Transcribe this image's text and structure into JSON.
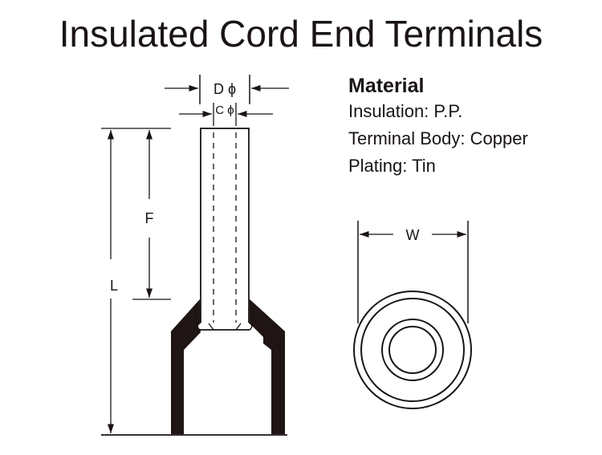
{
  "title": "Insulated Cord End Terminals",
  "material": {
    "heading": "Material",
    "lines": [
      "Insulation: P.P.",
      "Terminal Body: Copper",
      "Plating: Tin"
    ]
  },
  "side_view": {
    "dimension_labels": {
      "outer_diameter": "D ϕ",
      "inner_diameter": "C ϕ",
      "pin_length": "F",
      "total_length": "L"
    }
  },
  "end_view": {
    "dimension_labels": {
      "width": "W"
    }
  },
  "colors": {
    "ink": "#1a1414",
    "insulation": "#1f1515",
    "background": "#ffffff"
  }
}
